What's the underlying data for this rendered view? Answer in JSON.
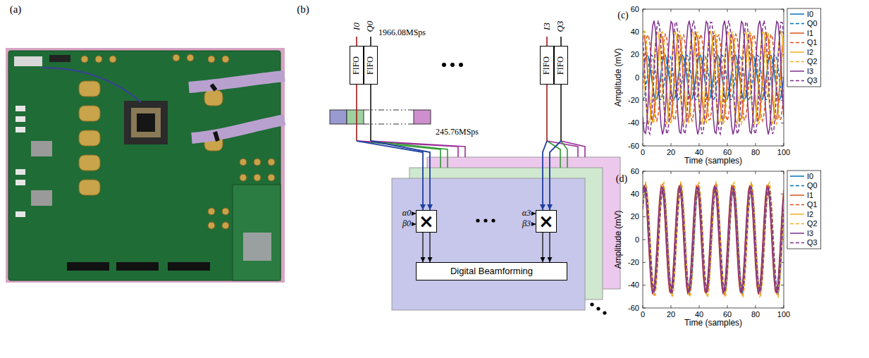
{
  "diagram": {
    "nodes": [
      {
        "text": [
          "FIFO"
        ]
      },
      {
        "text": [
          "FIFO"
        ]
      },
      {
        "text": [
          "FIFO"
        ]
      },
      {
        "text": [
          "FIFO"
        ]
      },
      {
        "text": [
          "×"
        ]
      },
      {
        "text": [
          "×"
        ]
      },
      {
        "text": [
          "Digital Beamforming"
        ]
      }
    ],
    "edges": [
      {
        "from": 0,
        "to": 4,
        "arrow": "to"
      },
      {
        "from": 1,
        "to": 4,
        "arrow": "to"
      },
      {
        "from": 2,
        "to": 5,
        "arrow": "to"
      },
      {
        "from": 3,
        "to": 5,
        "arrow": "to"
      },
      {
        "from": 4,
        "to": 6,
        "arrow": "to"
      },
      {
        "from": 4,
        "to": 6,
        "arrow": "to"
      },
      {
        "from": 5,
        "to": 6,
        "arrow": "to"
      },
      {
        "from": 5,
        "to": 6,
        "arrow": "to"
      }
    ],
    "labels": [
      "(a)",
      "(b)",
      "I0",
      "Q0",
      "1966.08MSps",
      "I3",
      "Q3",
      "245.76MSps",
      "α0",
      "β0",
      "α3",
      "β3",
      "(c)",
      "60",
      "40",
      "20",
      "0",
      "-20",
      "-40",
      "-60",
      "0",
      "20",
      "40",
      "60",
      "80",
      "100",
      "Amplitude (mV)",
      "Time (samples)",
      "(d)",
      "60",
      "40",
      "20",
      "0",
      "-20",
      "-40",
      "-60",
      "0",
      "20",
      "40",
      "60",
      "80",
      "100",
      "Amplitude (mV)",
      "Time (samples)"
    ],
    "legend": [
      {
        "text": "I0"
      },
      {
        "text": "Q0"
      },
      {
        "text": "I1"
      },
      {
        "text": "Q1"
      },
      {
        "text": "I2"
      },
      {
        "text": "Q2"
      },
      {
        "text": "I3"
      },
      {
        "text": "Q3"
      },
      {
        "text": "I0"
      },
      {
        "text": "Q0"
      },
      {
        "text": "I1"
      },
      {
        "text": "Q1"
      },
      {
        "text": "I2"
      },
      {
        "text": "Q2"
      },
      {
        "text": "I3"
      },
      {
        "text": "Q3"
      }
    ]
  }
}
